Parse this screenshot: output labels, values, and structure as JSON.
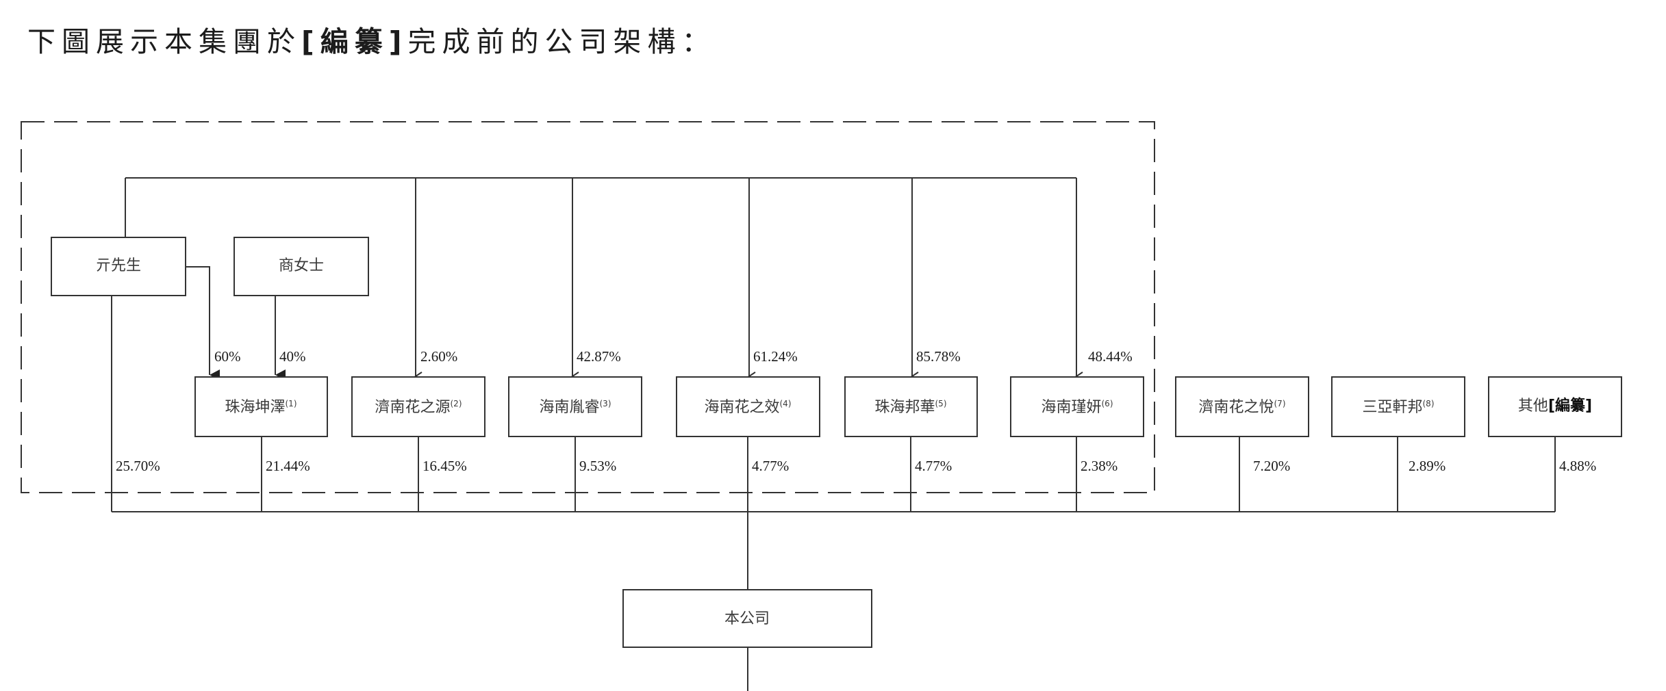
{
  "heading": {
    "pre": "下圖展示本集團於",
    "bracket_open": "[",
    "redacted": "編纂",
    "bracket_close": "]",
    "post": "完成前的公司架構："
  },
  "boxes": {
    "mr_gen": {
      "label": "亓先生"
    },
    "ms_shang": {
      "label": "商女士"
    },
    "zhuhai_kunze": {
      "label": "珠海坤澤",
      "note": "(1)"
    },
    "jinan_huazhiyuan": {
      "label": "濟南花之源",
      "note": "(2)"
    },
    "hainan_lunrui": {
      "label": "海南胤睿",
      "note": "(3)"
    },
    "hainan_huazhixiao": {
      "label": "海南花之效",
      "note": "(4)"
    },
    "zhuhai_banghua": {
      "label": "珠海邦華",
      "note": "(5)"
    },
    "hainan_jinyan": {
      "label": "海南瑾妍",
      "note": "(6)"
    },
    "jinan_huazhiyue": {
      "label": "濟南花之悅",
      "note": "(7)"
    },
    "sanya_xuanbang": {
      "label": "三亞軒邦",
      "note": "(8)"
    },
    "others": {
      "label": "其他",
      "tag": "[編纂]"
    },
    "company": {
      "label": "本公司"
    }
  },
  "percentages": {
    "gen_to_kunze": "60%",
    "shang_to_kunze": "40%",
    "gen_to_huazhiyuan": "2.60%",
    "gen_to_lunrui": "42.87%",
    "gen_to_huazhixiao": "61.24%",
    "gen_to_banghua": "85.78%",
    "gen_to_jinyan": "48.44%",
    "gen_to_company": "25.70%",
    "kunze_to_company": "21.44%",
    "huazhiyuan_to_company": "16.45%",
    "lunrui_to_company": "9.53%",
    "huazhixiao_to_company": "4.77%",
    "banghua_to_company": "4.77%",
    "jinyan_to_company": "2.38%",
    "huazhiyue_to_company": "7.20%",
    "xuanbang_to_company": "2.89%",
    "others_to_company": "4.88%"
  }
}
